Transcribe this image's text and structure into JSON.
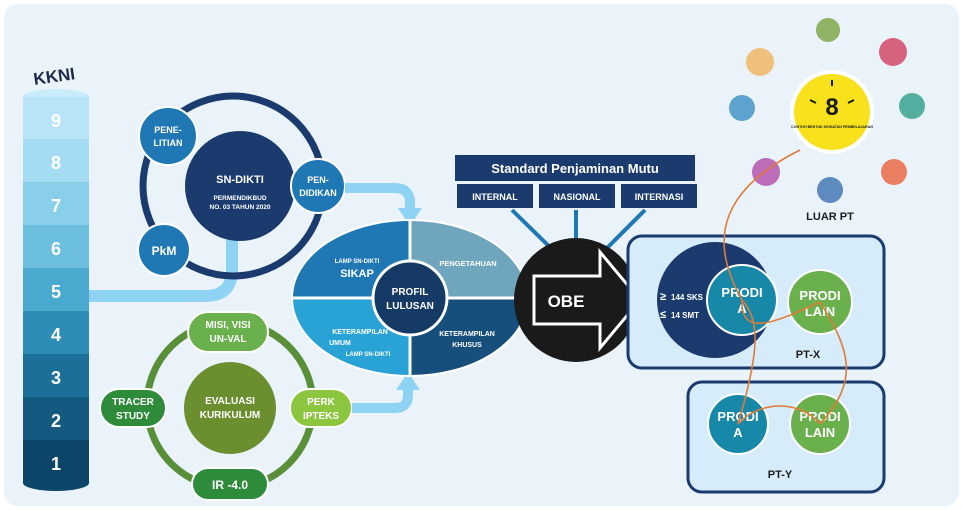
{
  "kkni": {
    "title": "KKNI",
    "levels": [
      "9",
      "8",
      "7",
      "6",
      "5",
      "4",
      "3",
      "2",
      "1"
    ]
  },
  "sndikti": {
    "center_title": "SN-DIKTI",
    "center_sub1": "PERMENDIKBUD",
    "center_sub2": "NO. 03 TAHUN 2020",
    "penelitian": [
      "PENE-",
      "LITIAN"
    ],
    "pendidikan": [
      "PEN-",
      "DIDIKAN"
    ],
    "pkm": "PkM"
  },
  "evaluasi": {
    "center": [
      "EVALUASI",
      "KURIKULUM"
    ],
    "misi": [
      "MISI, VISI",
      "UN-VAL"
    ],
    "tracer": [
      "TRACER",
      "STUDY"
    ],
    "perk": [
      "PERK",
      "IPTEKS"
    ],
    "ir": "IR -4.0"
  },
  "profil": {
    "center": [
      "PROFIL",
      "LULUSAN"
    ],
    "sikap_small": "LAMP SN-DIKTI",
    "sikap": "SIKAP",
    "pengetahuan": "PENGETAHUAN",
    "ket_umum": [
      "KETERAMPILAN",
      "UMUM"
    ],
    "ket_umum_small": "LAMP SN-DIKTI",
    "ket_khusus": [
      "KETERAMPILAN",
      "KHUSUS"
    ]
  },
  "spm": {
    "title": "Standard Penjaminan Mutu",
    "items": [
      "INTERNAL",
      "NASIONAL",
      "INTERNASI"
    ]
  },
  "obe": "OBE",
  "ptx": {
    "label": "PT-X",
    "sks": "144 SKS",
    "smt": "14 SMT",
    "ge": "≥",
    "le": "≤",
    "prodi_a": [
      "PRODI",
      "A"
    ],
    "prodi_lain": [
      "PRODI",
      "LAIN"
    ]
  },
  "pty": {
    "label": "PT-Y",
    "prodi_a": [
      "PRODI",
      "A"
    ],
    "prodi_lain": [
      "PRODI",
      "LAIN"
    ]
  },
  "luar": {
    "label": "LUAR PT",
    "center_number": "8",
    "center_caption": "CONTOH BENTUK KEGIATAN PEMBELAJARAN"
  },
  "colors": {
    "navy": "#1b3b6f",
    "blue": "#1f78b4",
    "lightblue": "#8fd3f4",
    "green": "#6ab04c",
    "darkgreen": "#2e8b3a",
    "teal": "#17809e",
    "orange": "#e07b39",
    "yellow": "#f7e21c"
  }
}
